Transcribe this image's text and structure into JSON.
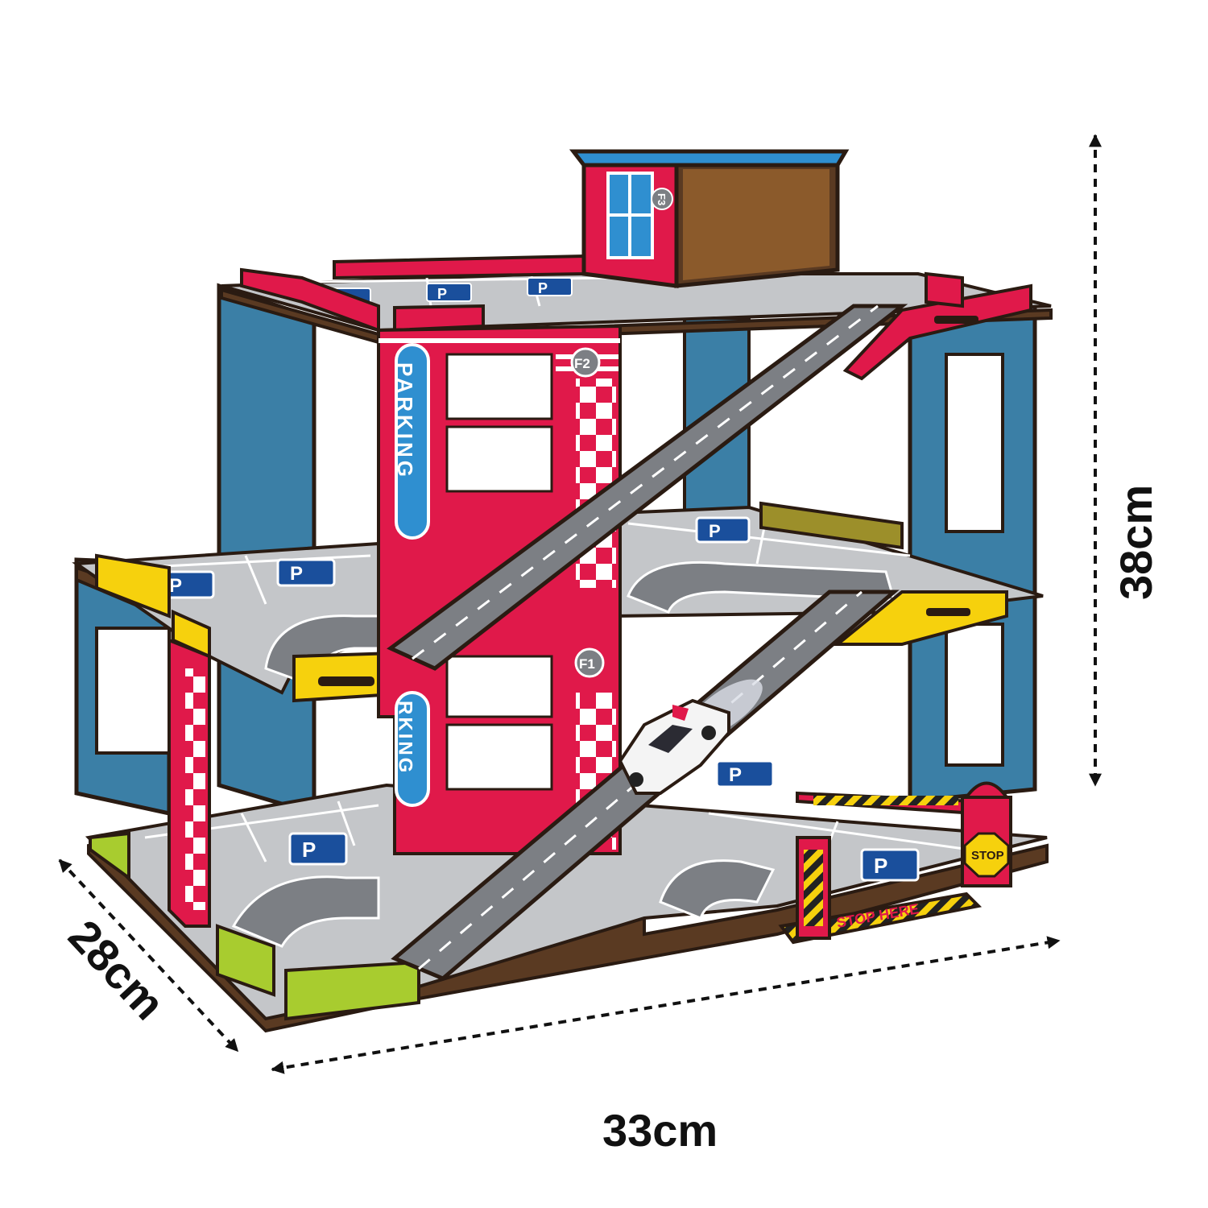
{
  "product": {
    "parking_sign_upper": "PARKING",
    "parking_sign_lower": "RKING",
    "floor_tags": [
      "F1",
      "F2",
      "F3"
    ],
    "stop_sign": "STOP",
    "stop_strip": "STOP HERE",
    "parking_spot_symbol": "P"
  },
  "dimensions": {
    "height": "38cm",
    "width": "33cm",
    "depth": "28cm"
  },
  "colors": {
    "red": "#e0194a",
    "blue": "#3b7fa6",
    "yellow": "#f6d10d",
    "green": "#a8cc2f",
    "road": "#7c7f84",
    "floor": "#c4c6c9",
    "outline": "#2a1b12",
    "parking_blue": "#1a4f9c"
  }
}
